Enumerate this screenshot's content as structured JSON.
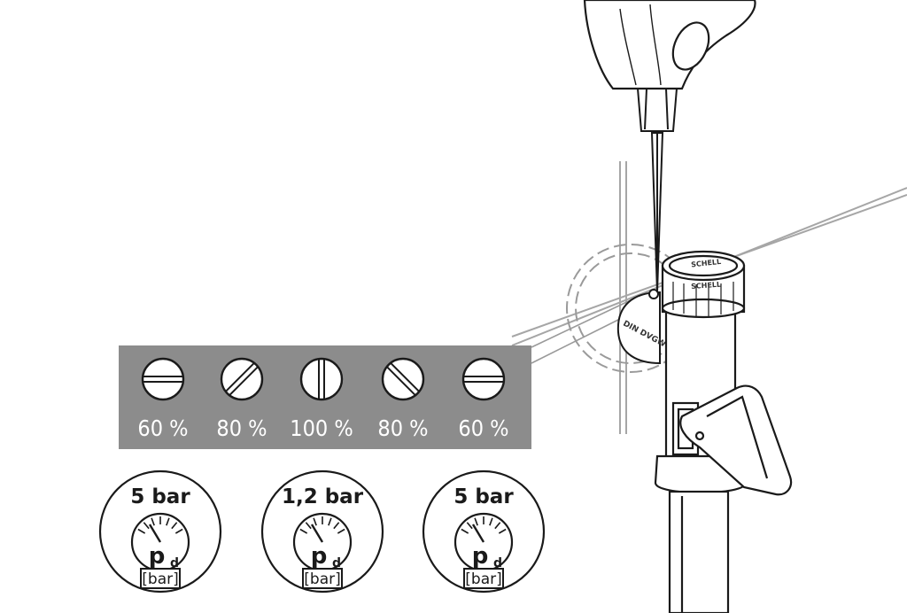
{
  "brand": {
    "cap_logo_top": "SCHELL",
    "cap_logo_bottom": "SCHELL",
    "side_marking": "DIN DVGW"
  },
  "adjustment_panel": {
    "settings": [
      {
        "slot_angle_deg": 0,
        "label": "60 %"
      },
      {
        "slot_angle_deg": 45,
        "label": "80 %"
      },
      {
        "slot_angle_deg": 90,
        "label": "100 %"
      },
      {
        "slot_angle_deg": -45,
        "label": "80 %"
      },
      {
        "slot_angle_deg": 0,
        "label": "60 %"
      }
    ]
  },
  "pressure_gauges": [
    {
      "pressure": "5 bar",
      "symbol": "p",
      "subscript": "d",
      "unit": "[bar]"
    },
    {
      "pressure": "1,2 bar",
      "symbol": "p",
      "subscript": "d",
      "unit": "[bar]"
    },
    {
      "pressure": "5 bar",
      "symbol": "p",
      "subscript": "d",
      "unit": "[bar]"
    }
  ],
  "colors": {
    "panel": "#8c8c8c",
    "line": "#1a1a1a",
    "wall_line": "#a6a6a6",
    "background": "#ffffff"
  }
}
